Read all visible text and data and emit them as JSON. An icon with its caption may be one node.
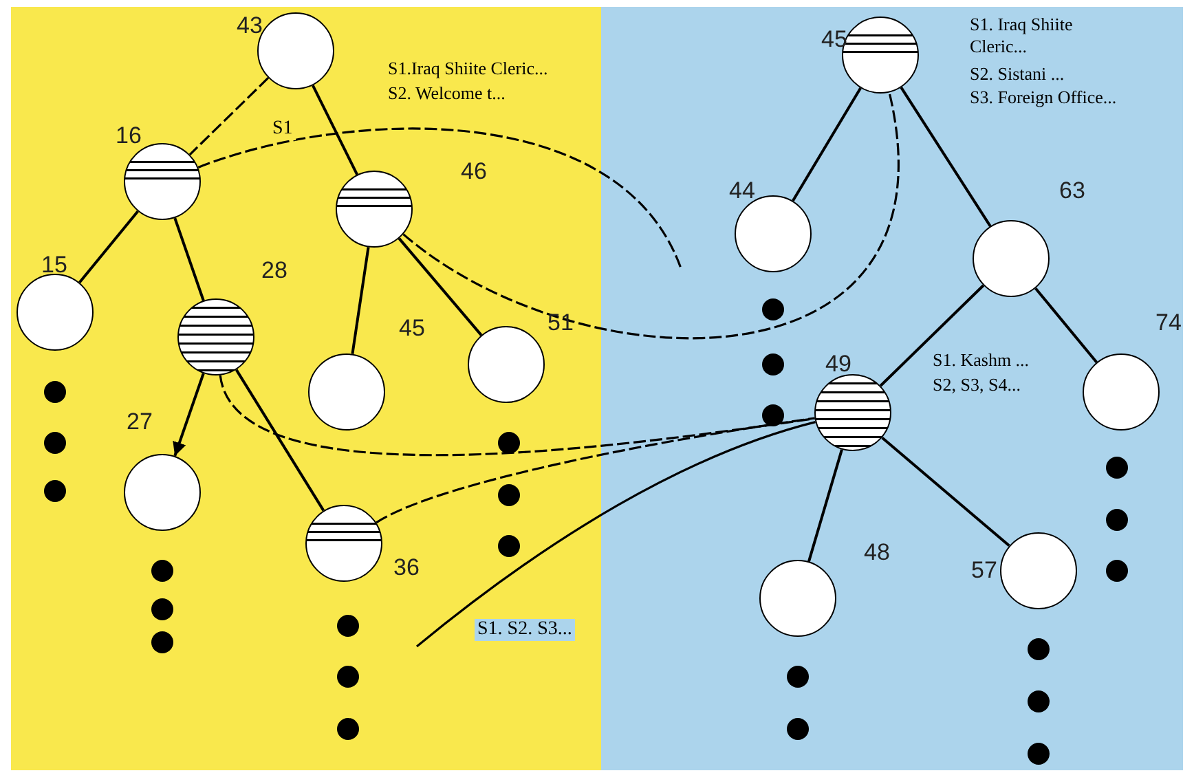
{
  "diagram": {
    "nodes": [
      {
        "text": [],
        "shape": "box"
      },
      {
        "text": [],
        "shape": "box"
      },
      {
        "text": [],
        "shape": "circle",
        "in": 0,
        "beside": [
          "43"
        ]
      },
      {
        "text": [],
        "shape": "circle",
        "in": 0,
        "beside": [
          "16"
        ]
      },
      {
        "text": [],
        "shape": "circle",
        "in": 0,
        "beside": [
          "46"
        ]
      },
      {
        "text": [],
        "shape": "circle",
        "in": 0,
        "beside": [
          "15"
        ]
      },
      {
        "text": [],
        "shape": "circle",
        "in": 0,
        "beside": [
          "28"
        ]
      },
      {
        "text": [],
        "shape": "circle",
        "in": 0,
        "beside": [
          "45"
        ]
      },
      {
        "text": [],
        "shape": "circle",
        "in": 0,
        "beside": [
          "51"
        ]
      },
      {
        "text": [],
        "shape": "circle",
        "in": 0,
        "beside": [
          "27"
        ]
      },
      {
        "text": [],
        "shape": "circle",
        "in": 0,
        "beside": [
          "36"
        ]
      },
      {
        "text": [],
        "shape": "circle",
        "in": 1,
        "beside": [
          "45"
        ]
      },
      {
        "text": [],
        "shape": "circle",
        "in": 1,
        "beside": [
          "44"
        ]
      },
      {
        "text": [],
        "shape": "circle",
        "in": 1,
        "beside": [
          "63"
        ]
      },
      {
        "text": [],
        "shape": "circle",
        "in": 1,
        "beside": [
          "49"
        ]
      },
      {
        "text": [],
        "shape": "circle",
        "in": 1,
        "beside": [
          "74"
        ]
      },
      {
        "text": [],
        "shape": "circle",
        "in": 1,
        "beside": [
          "48"
        ]
      },
      {
        "text": [],
        "shape": "circle",
        "in": 1,
        "beside": [
          "57"
        ]
      },
      {
        "text": [],
        "shape": "dot",
        "in": 0
      },
      {
        "text": [],
        "shape": "dot",
        "in": 0
      },
      {
        "text": [],
        "shape": "dot",
        "in": 0
      },
      {
        "text": [],
        "shape": "dot",
        "in": 0
      },
      {
        "text": [],
        "shape": "dot",
        "in": 0
      },
      {
        "text": [],
        "shape": "dot",
        "in": 0
      },
      {
        "text": [],
        "shape": "dot",
        "in": 0
      },
      {
        "text": [],
        "shape": "dot",
        "in": 0
      },
      {
        "text": [],
        "shape": "dot",
        "in": 0
      },
      {
        "text": [],
        "shape": "dot",
        "in": 0
      },
      {
        "text": [],
        "shape": "dot",
        "in": 0
      },
      {
        "text": [],
        "shape": "dot",
        "in": 0
      },
      {
        "text": [],
        "shape": "dot",
        "in": 1
      },
      {
        "text": [],
        "shape": "dot",
        "in": 1
      },
      {
        "text": [],
        "shape": "dot",
        "in": 1
      },
      {
        "text": [],
        "shape": "dot",
        "in": 1
      },
      {
        "text": [],
        "shape": "dot",
        "in": 1
      },
      {
        "text": [],
        "shape": "dot",
        "in": 1
      },
      {
        "text": [],
        "shape": "dot",
        "in": 1
      },
      {
        "text": [],
        "shape": "dot",
        "in": 1
      },
      {
        "text": [],
        "shape": "dot",
        "in": 1
      },
      {
        "text": [],
        "shape": "dot",
        "in": 1
      },
      {
        "text": [],
        "shape": "dot",
        "in": 1
      }
    ],
    "edges": [
      {
        "from": 2,
        "to": 3,
        "arrow": "none",
        "style": "dashed"
      },
      {
        "from": 2,
        "to": 4,
        "arrow": "none"
      },
      {
        "from": 3,
        "to": 5,
        "arrow": "none"
      },
      {
        "from": 3,
        "to": 6,
        "arrow": "none"
      },
      {
        "from": 4,
        "to": 7,
        "arrow": "none"
      },
      {
        "from": 4,
        "to": 8,
        "arrow": "none"
      },
      {
        "from": 6,
        "to": 9,
        "arrow": "to"
      },
      {
        "from": 6,
        "to": 10,
        "arrow": "none"
      },
      {
        "from": 11,
        "to": 12,
        "arrow": "none"
      },
      {
        "from": 11,
        "to": 13,
        "arrow": "none"
      },
      {
        "from": 13,
        "to": 14,
        "arrow": "none"
      },
      {
        "from": 13,
        "to": 15,
        "arrow": "none"
      },
      {
        "from": 14,
        "to": 16,
        "arrow": "none"
      },
      {
        "from": 14,
        "to": 17,
        "arrow": "none"
      },
      {
        "from": 3,
        "to": null,
        "arrow": "none",
        "style": "dashed",
        "label": "S1"
      },
      {
        "from": 4,
        "to": 11,
        "arrow": "none",
        "style": "dashed"
      },
      {
        "from": 6,
        "to": 14,
        "arrow": "none",
        "style": "dashed"
      },
      {
        "from": 10,
        "to": 14,
        "arrow": "none",
        "style": "dashed"
      },
      {
        "from": null,
        "to": 14,
        "arrow": "none",
        "label": "S1. S2. S3..."
      }
    ],
    "labels": [
      "S1.Iraq Shiite Cleric...",
      "S2. Welcome t...",
      "S1. Iraq Shiite Cleric...",
      "S2. Sistani ...",
      "S3. Foreign Office...",
      "S1. Kashm ...",
      "S2, S3, S4..."
    ]
  }
}
